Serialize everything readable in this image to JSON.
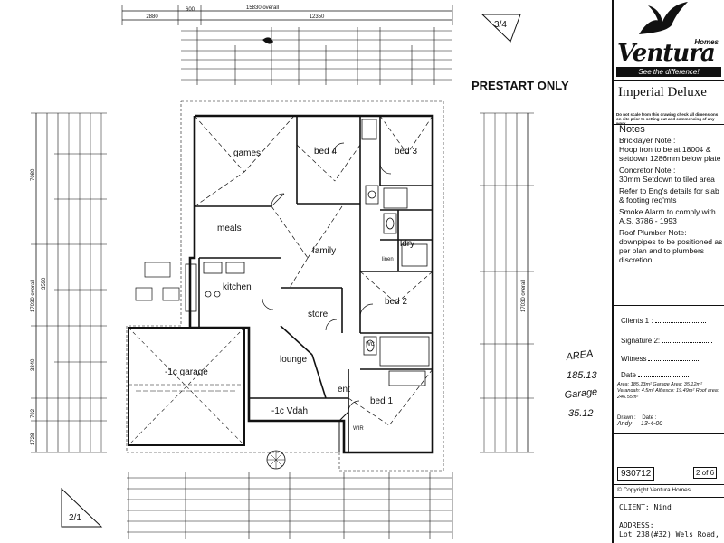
{
  "overall_dims": {
    "overall_width": "15830 overall",
    "seg_a": "2880",
    "seg_b": "600",
    "seg_c": "12350"
  },
  "status_stamp": "PRESTART ONLY",
  "sheet_indicators": {
    "top": "3/4",
    "bottom": "2/1"
  },
  "rooms": {
    "games": "games",
    "bed4": "bed 4",
    "bed3": "bed 3",
    "meals": "meals",
    "family": "family",
    "kitchen": "kitchen",
    "store": "store",
    "bed2": "bed 2",
    "lounge": "lounge",
    "garage": "-1c garage",
    "verandah": "-1c Vdah",
    "bed1": "bed 1",
    "ent": "ent",
    "wc": "WC",
    "linen": "linen",
    "ldry": "ldry",
    "wir": "WIR"
  },
  "side_dims": {
    "left_top": "7080",
    "left_overall": "17030 overall",
    "left_mid": "3590",
    "left_low": "3840",
    "left_a": "792",
    "left_b": "1728",
    "right_overall": "17030 overall"
  },
  "handwritten": {
    "area_label": "AREA",
    "area_value": "185.13",
    "garage_label": "Garage",
    "garage_value": "35.12"
  },
  "title_block": {
    "brand": "Ventura",
    "homes": "Homes",
    "tagline": "See the difference!",
    "design": "Imperial Deluxe",
    "disclaimer": "Do not scale from this drawing check all dimensions on site prior to setting out and commencing of any work.",
    "notes_title": "Notes",
    "notes": [
      {
        "head": "Bricklayer Note :",
        "body": "Hoop iron to be at 1800¢ & setdown 1286mm below plate"
      },
      {
        "head": "Concretor Note :",
        "body": "30mm Setdown to tiled area"
      },
      {
        "head": "",
        "body": "Refer to Eng's details for slab & footing req'mts"
      },
      {
        "head": "",
        "body": "Smoke Alarm to comply with A.S. 3786 - 1993"
      },
      {
        "head": "Roof Plumber Note:",
        "body": "downpipes to be positioned as per plan and to plumbers discretion"
      }
    ],
    "fields": {
      "clients": "Clients 1 :",
      "signature": "Signature 2:",
      "witness": "Witness",
      "date": "Date"
    },
    "areas": "Area: 185.13m²  Garage Area: 35.12m²  Verandah: 4.5m²  Alfresco: 19.49m²  Roof area: 246.55m²",
    "drawn_label": "Drawn :",
    "date_label": "Date :",
    "drawn_value": "Andy",
    "date_value": "13-4-00",
    "job_no": "930712",
    "sheet": "2 of 6",
    "copyright": "© Copyright Ventura Homes",
    "client": "CLIENT:  Nind",
    "address_label": "ADDRESS:",
    "address": "Lot 238(#32) Wels Road,"
  }
}
